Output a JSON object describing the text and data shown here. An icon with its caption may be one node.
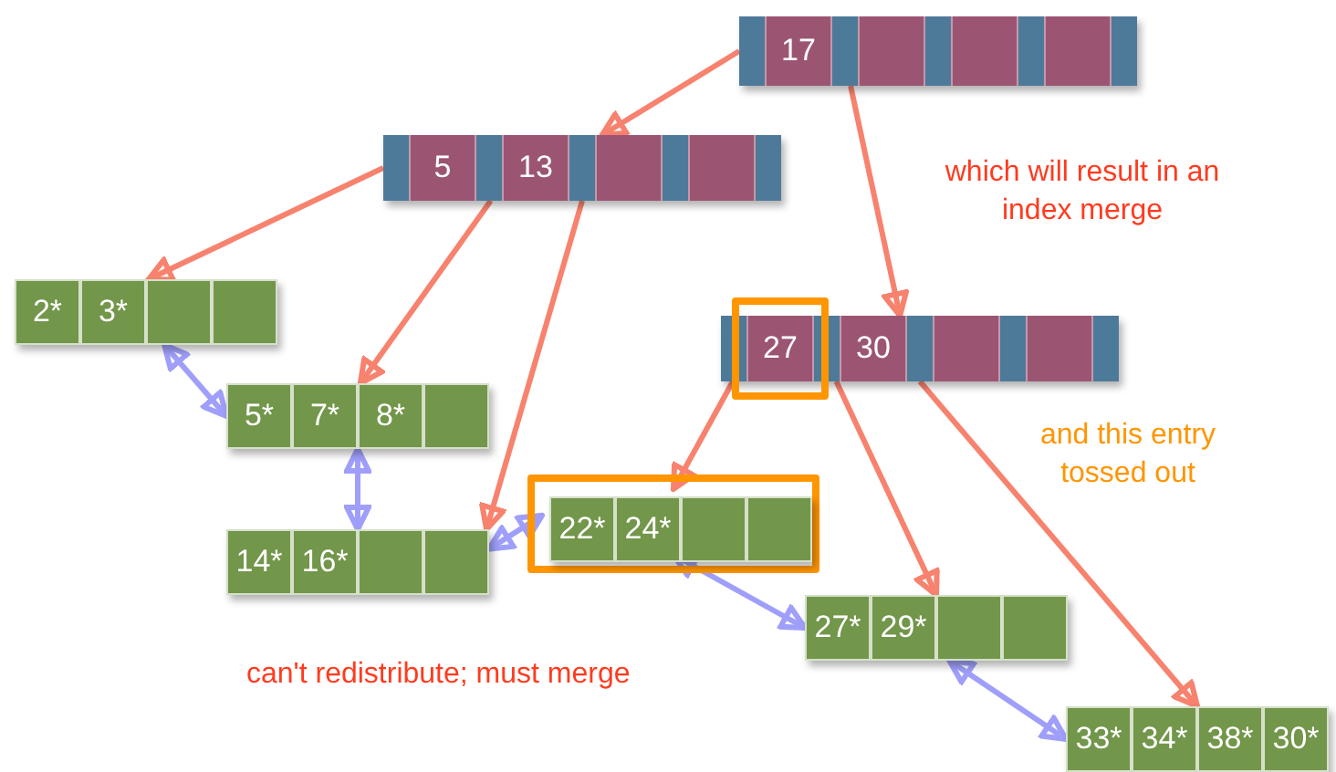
{
  "diagram": {
    "nodes": [
      {
        "text": [
          "17"
        ]
      },
      {
        "text": [
          "5",
          "13"
        ]
      },
      {
        "text": [
          "2*",
          "3*"
        ]
      },
      {
        "text": [
          "27",
          "30"
        ]
      },
      {
        "text": [
          "5*",
          "7*",
          "8*"
        ]
      },
      {
        "text": [],
        "shape": "box"
      },
      {
        "text": [
          "22*",
          "24*"
        ],
        "in": 5
      },
      {
        "text": [
          "14*",
          "16*"
        ]
      },
      {
        "text": [
          "27*",
          "29*"
        ]
      },
      {
        "text": [
          "33*",
          "34*",
          "38*",
          "30*"
        ]
      }
    ],
    "edges": [
      {
        "from": 0,
        "to": 1,
        "arrow": "to"
      },
      {
        "from": 0,
        "to": 3,
        "arrow": "to"
      },
      {
        "from": 1,
        "to": 2,
        "arrow": "to"
      },
      {
        "from": 1,
        "to": 4,
        "arrow": "to"
      },
      {
        "from": 1,
        "to": 7,
        "arrow": "to"
      },
      {
        "from": 3,
        "to": 6,
        "arrow": "to"
      },
      {
        "from": 3,
        "to": 8,
        "arrow": "to"
      },
      {
        "from": 3,
        "to": 9,
        "arrow": "to"
      },
      {
        "from": 2,
        "to": 4,
        "arrow": "both",
        "color": "#9f9ffb"
      },
      {
        "from": 4,
        "to": 7,
        "arrow": "both",
        "color": "#9f9ffb"
      },
      {
        "from": 7,
        "to": 6,
        "arrow": "both",
        "color": "#9f9ffb"
      },
      {
        "from": 6,
        "to": 8,
        "arrow": "both",
        "color": "#9f9ffb"
      },
      {
        "from": 8,
        "to": 9,
        "arrow": "both",
        "color": "#9f9ffb"
      }
    ],
    "labels": [
      "which will result in an index merge",
      "and this entry tossed out",
      "can't redistribute; must merge"
    ]
  }
}
